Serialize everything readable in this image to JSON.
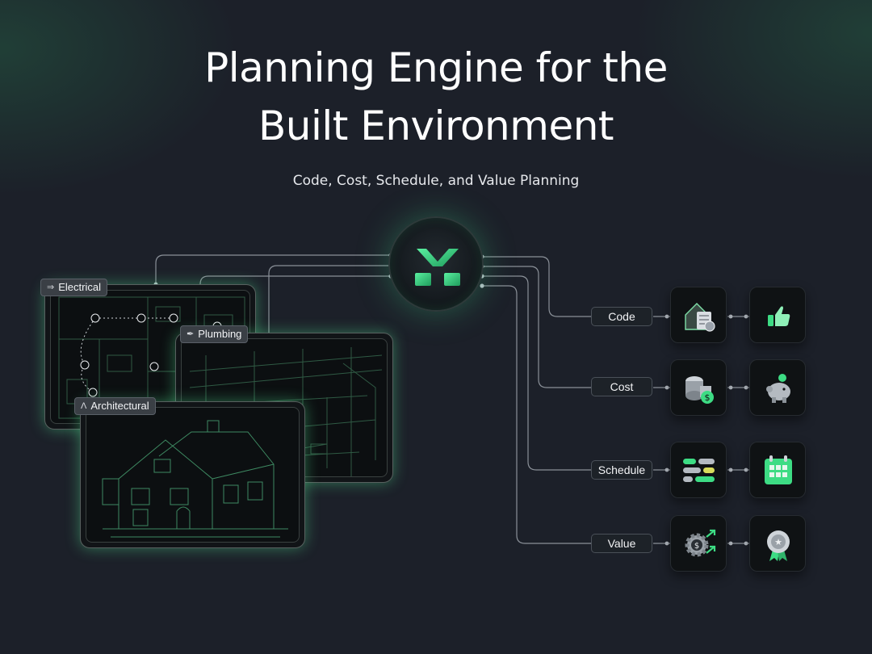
{
  "hero": {
    "title_line1": "Planning Engine for the",
    "title_line2": "Built Environment",
    "subtitle": "Code, Cost, Schedule, and Value Planning"
  },
  "hub": {
    "icon": "logo-icon"
  },
  "plans": {
    "electrical": {
      "label": "Electrical",
      "icon": "electrical-icon"
    },
    "plumbing": {
      "label": "Plumbing",
      "icon": "plumbing-icon"
    },
    "architectural": {
      "label": "Architectural",
      "icon": "compass-icon"
    }
  },
  "outputs": [
    {
      "label": "Code",
      "icons": [
        "building-permit-icon",
        "thumbs-up-icon"
      ]
    },
    {
      "label": "Cost",
      "icons": [
        "money-roll-icon",
        "piggy-bank-icon"
      ]
    },
    {
      "label": "Schedule",
      "icons": [
        "schedule-bars-icon",
        "calendar-icon"
      ]
    },
    {
      "label": "Value",
      "icons": [
        "gear-dollar-icon",
        "award-badge-icon"
      ]
    }
  ],
  "colors": {
    "background": "#1c2029",
    "accent": "#3ddc84",
    "wire": "#8a9098"
  }
}
